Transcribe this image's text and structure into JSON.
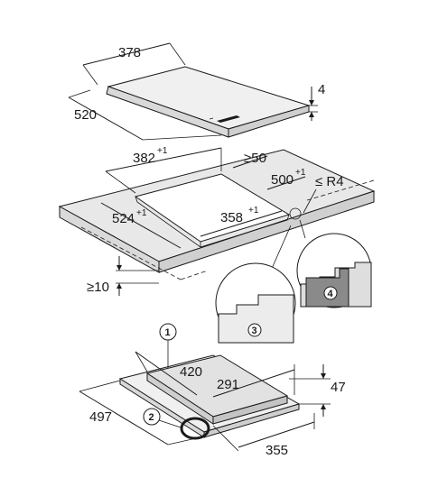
{
  "top_view": {
    "width": "378",
    "depth": "520",
    "thickness": "4"
  },
  "cutout": {
    "width": "382",
    "width_tol": "+1",
    "depth": "524",
    "depth_tol": "+1",
    "min_gap_back": "≥50",
    "counter_depth": "500",
    "counter_depth_tol": "+1",
    "inner_width": "358",
    "inner_width_tol": "+1",
    "radius": "≤ R4",
    "min_worktop": "≥10"
  },
  "details": {
    "callout_3": "3",
    "callout_4": "4"
  },
  "bottom_view": {
    "callout_1": "1",
    "callout_2": "2",
    "inner_depth": "420",
    "inner_width": "291",
    "height": "47",
    "depth": "497",
    "width": "355"
  },
  "colors": {
    "line": "#1a1a1a",
    "panel_top": "#f0f0f0",
    "panel_edge": "#d9d9d9",
    "worktop": "#e8e8e8",
    "detail_fill": "#8a8a8a"
  }
}
